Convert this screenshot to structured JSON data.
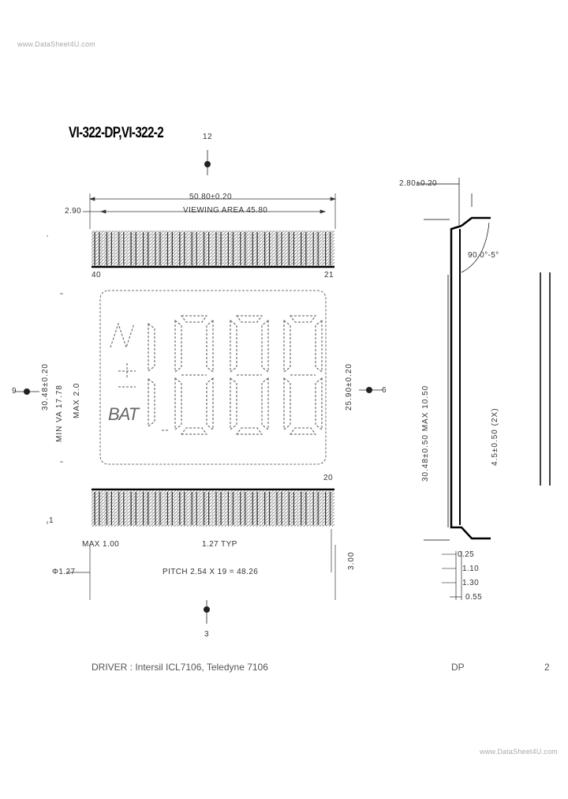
{
  "watermark_top": "www.DataSheet4U.com",
  "watermark_bottom": "www.DataSheet4U.com",
  "title": "VI-322-DP,VI-322-2",
  "dimensions": {
    "overall_width": "50.80±0.20",
    "viewing_area": "VIEWING AREA 45.80",
    "left_offset": "2.90",
    "max_left": "MAX 1.00",
    "pin_span": "1.27 TYP",
    "pitch": "PITCH 2.54 X 19 = 48.26",
    "pin_dia": "Φ1.27",
    "thickness": "2.80±0.20",
    "tilt": "90.0°-5°",
    "dim_025": "0.25",
    "dim_110": "1.10",
    "dim_130": "1.30",
    "dim_055": "0.55",
    "height_main": "30.48±0.20",
    "vert_left_1": "MIN VA 17.78",
    "vert_left_2": "MAX 2.0",
    "vert_right_1": "25.90±0.20",
    "vert_side_1": "30.48±0.50 MAX 10.50",
    "vert_side_2": "4.5±0.50 (2X)",
    "dim_3": "3.00"
  },
  "pins": {
    "top_left": "40",
    "top_right": "21",
    "bottom_right": "20",
    "bottom_left": "1"
  },
  "markers": {
    "top": "12",
    "bottom": "3",
    "left": "9",
    "right": "6"
  },
  "digits": "188.8",
  "bat_label": "BAT",
  "footer": {
    "driver": "DRIVER : Intersil ICL7106, Teledyne 7106",
    "dp": "DP",
    "page": "2"
  }
}
